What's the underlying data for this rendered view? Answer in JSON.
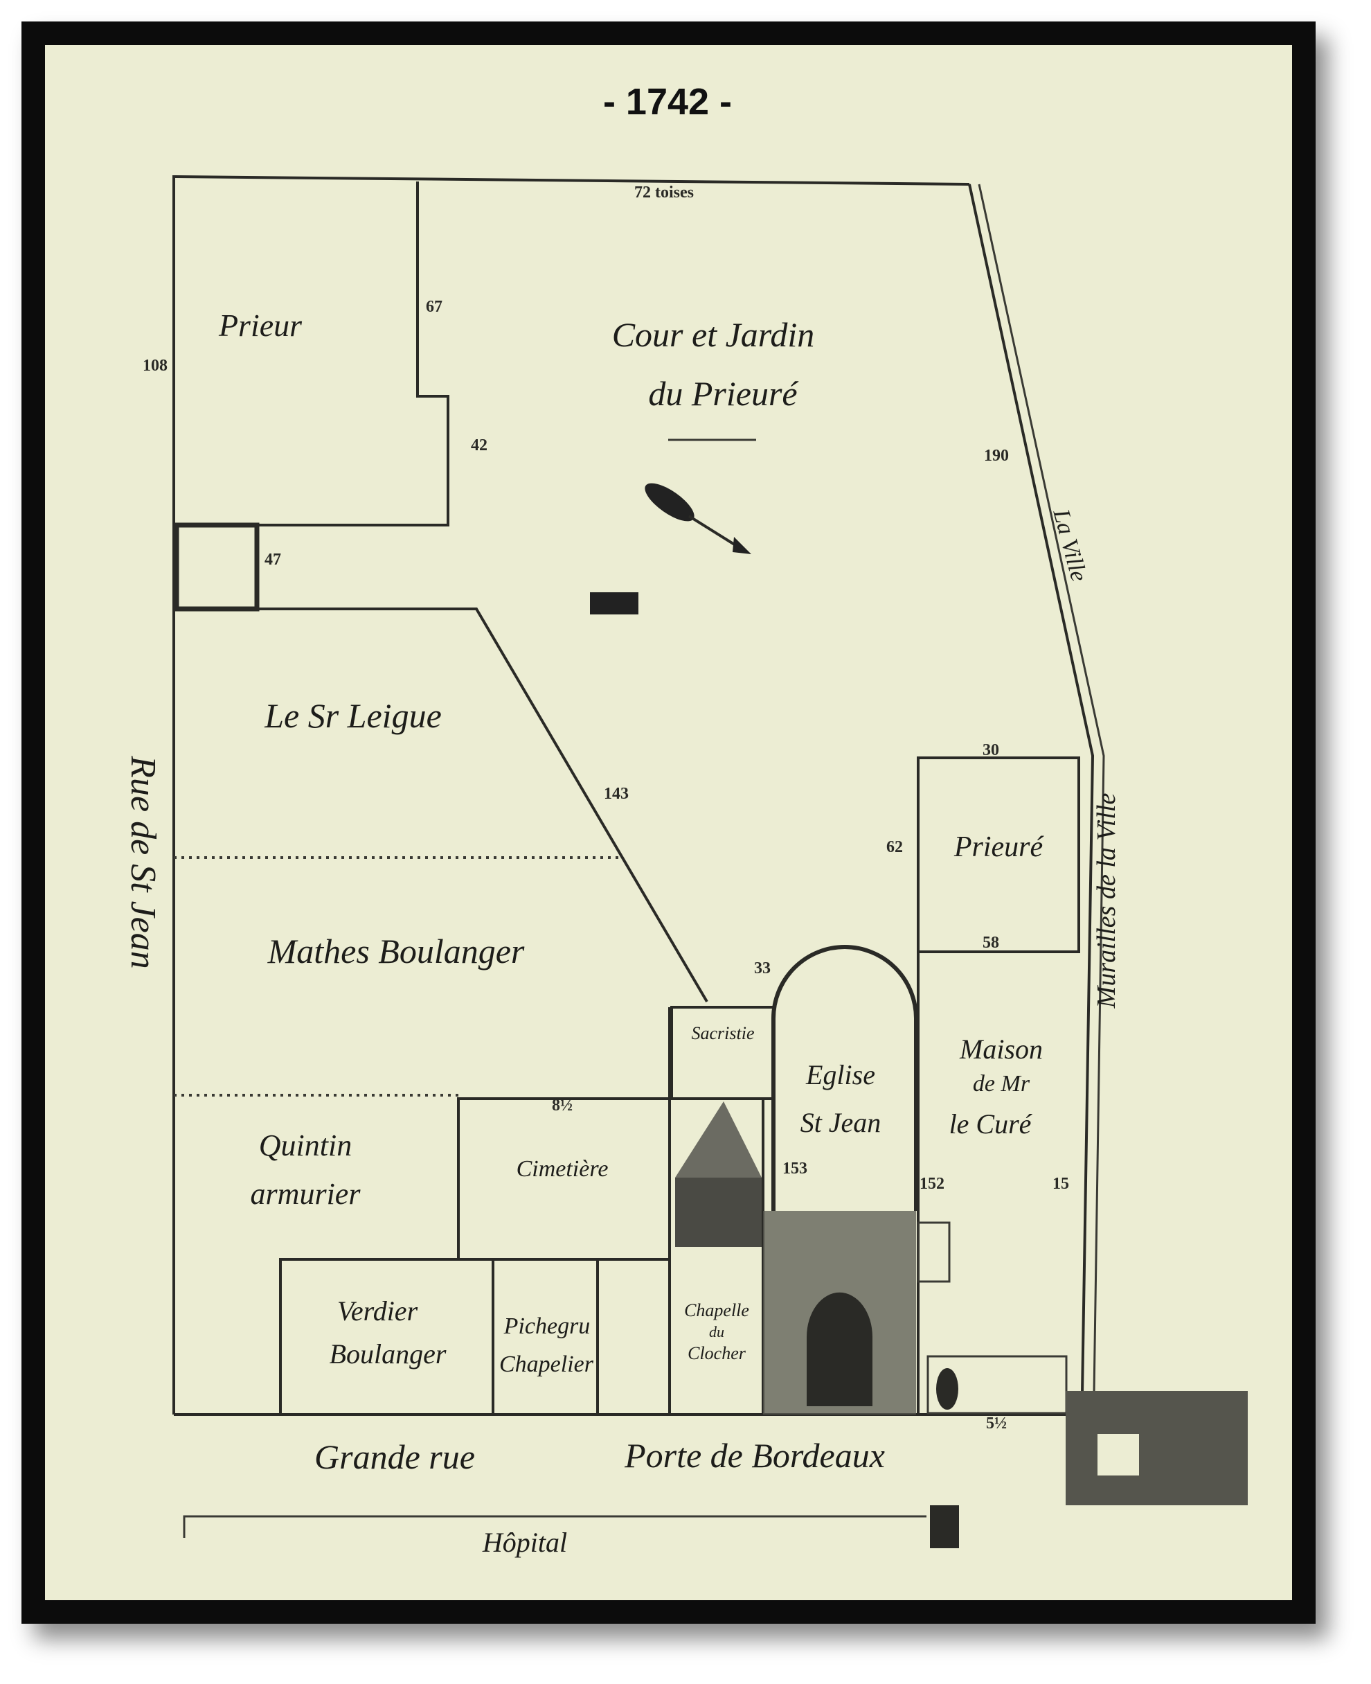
{
  "title": "- 1742 -",
  "labels": {
    "prieur": "Prieur",
    "cour_l1": "Cour et Jardin",
    "cour_l2": "du Prieuré",
    "leigue": "Le Sr Leigue",
    "mathes": "Mathes Boulanger",
    "quintin_l1": "Quintin",
    "quintin_l2": "armurier",
    "cimetiere": "Cimetière",
    "sacristie": "Sacristie",
    "eglise_l1": "Eglise",
    "eglise_l2": "St Jean",
    "prieure": "Prieuré",
    "maison_l1": "Maison",
    "maison_l2": "de Mr",
    "maison_l3": "le Curé",
    "verdier_l1": "Verdier",
    "verdier_l2": "Boulanger",
    "pichegru_l1": "Pichegru",
    "pichegru_l2": "Chapelier",
    "chapelle_l1": "Chapelle",
    "chapelle_l2": "du",
    "chapelle_l3": "Clocher",
    "grande_rue": "Grande rue",
    "porte": "Porte de Bordeaux",
    "hopital": "Hôpital",
    "rue_st_jean": "Rue de St Jean",
    "murailles": "Murailles de la Ville",
    "rue_diag": "La Ville"
  },
  "dimensions": {
    "top": "72 toises",
    "left": "108",
    "d67": "67",
    "d42": "42",
    "d190": "190",
    "d47": "47",
    "d143": "143",
    "d62": "62",
    "d30": "30",
    "d58": "58",
    "d153": "153",
    "d152": "152",
    "d15": "15",
    "d33": "33",
    "d8": "8½",
    "d5": "5½"
  },
  "colors": {
    "paper": "#ecedd3",
    "ink": "#2a2a26",
    "frame": "#0c0c0c"
  }
}
